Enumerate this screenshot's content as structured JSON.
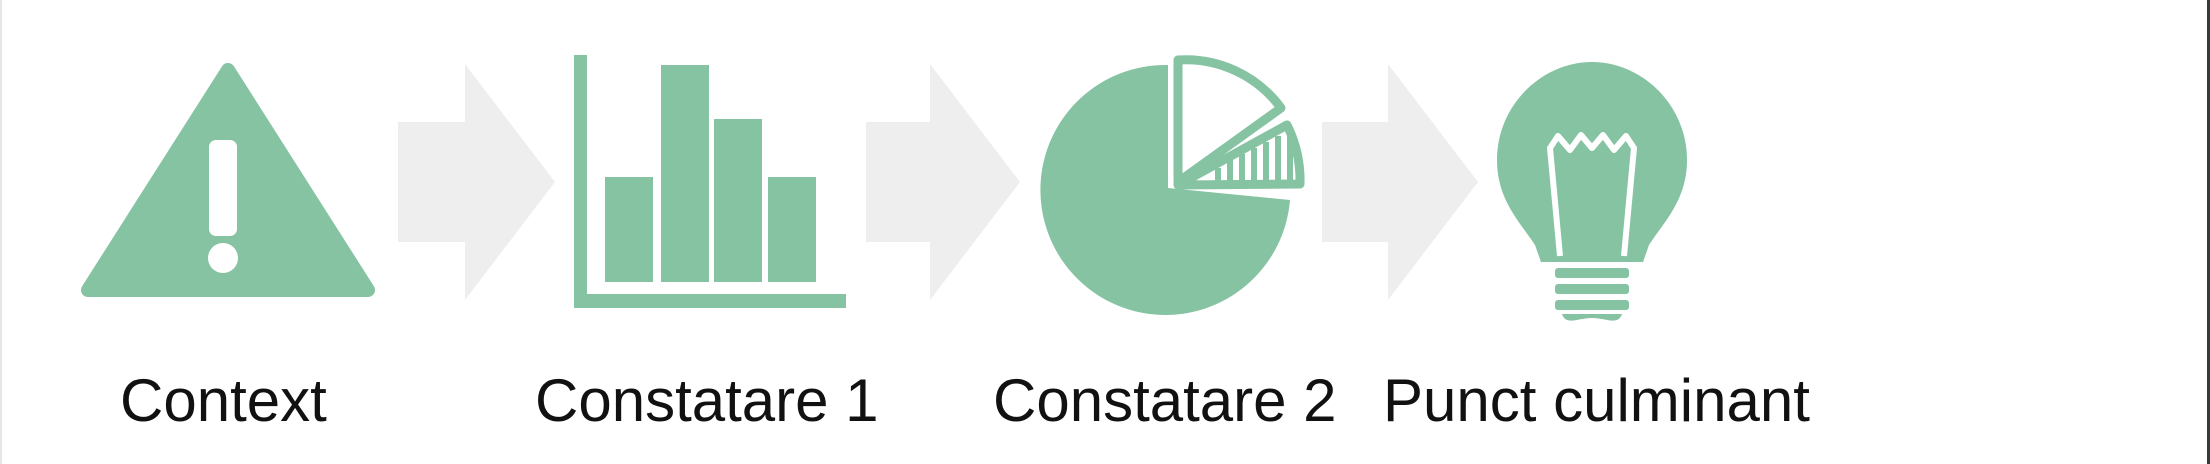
{
  "colors": {
    "icon_green": "#85c3a2",
    "arrow_gray": "#eeeeee",
    "label_text": "#111111",
    "background": "#ffffff"
  },
  "steps": [
    {
      "label": "Context",
      "icon": "warning-triangle-icon"
    },
    {
      "label": "Constatare 1",
      "icon": "bar-chart-icon"
    },
    {
      "label": "Constatare 2",
      "icon": "pie-chart-icon"
    },
    {
      "label": "Punct culminant",
      "icon": "lightbulb-icon"
    }
  ]
}
